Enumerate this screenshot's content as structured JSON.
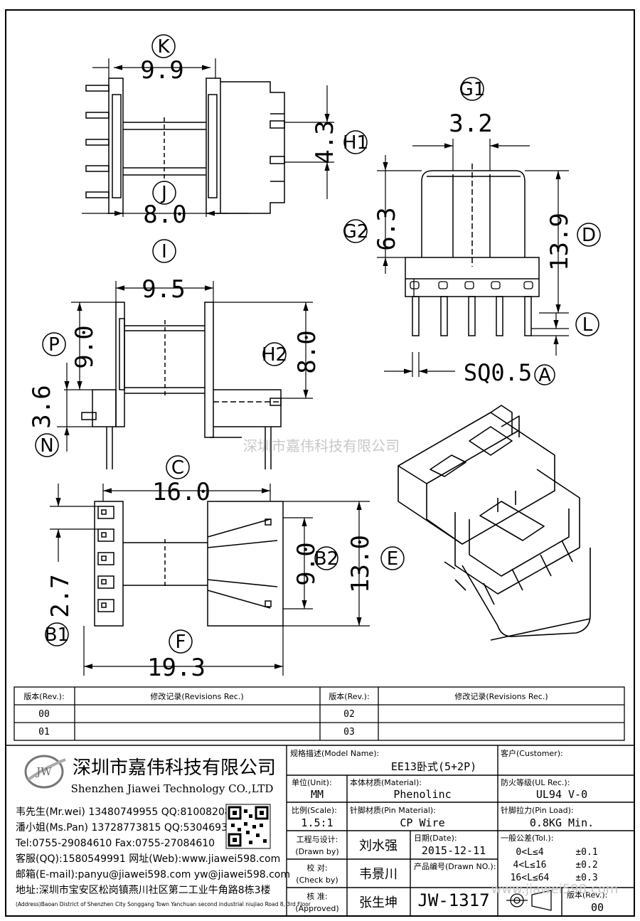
{
  "watermark": "深圳市嘉伟科技有限公司",
  "url_watermark": "www.jiawei598.com",
  "dimensions": {
    "K": {
      "letter": "K",
      "value": "9.9"
    },
    "J": {
      "letter": "J",
      "value": "8.0"
    },
    "H1": {
      "letter": "H1",
      "value": "4.3"
    },
    "G1": {
      "letter": "G1",
      "value": "3.2"
    },
    "G2": {
      "letter": "G2",
      "value": "6.3"
    },
    "D": {
      "letter": "D",
      "value": "13.9"
    },
    "L": {
      "letter": "L",
      "value": ""
    },
    "SQ": {
      "value": "SQ0.5",
      "letter": "A"
    },
    "I": {
      "letter": "I",
      "value": "9.5"
    },
    "P": {
      "letter": "P",
      "value": "9.0"
    },
    "H2": {
      "letter": "H2",
      "value": "8.0"
    },
    "N": {
      "letter": "N",
      "value": "3.6"
    },
    "C": {
      "letter": "C",
      "value": "16.0"
    },
    "B2": {
      "letter": "B2",
      "value": "9.0"
    },
    "E": {
      "letter": "E",
      "value": "13.0"
    },
    "B1": {
      "letter": "B1",
      "value": "2.7"
    },
    "F": {
      "letter": "F",
      "value": "19.3"
    }
  },
  "revisions": {
    "col_rev": "版本(Rev.):",
    "col_rec": "修改记录(Revisions Rec.)",
    "rows_left": [
      "00",
      "01"
    ],
    "rows_right": [
      "02",
      "03"
    ]
  },
  "company": {
    "name_cn": "深圳市嘉伟科技有限公司",
    "name_en": "Shenzhen Jiawei Technology CO.,LTD",
    "logo_text": "JW",
    "contacts": [
      "韦先生(Mr.wei) 13480749955 QQ:810082088",
      "潘小姐(Ms.Pan) 13728773815 QQ:530469346",
      "Tel:0755-29084610      Fax:0755-27084610",
      "客服(QQ):1580549991   网址(Web):www.jiawei598.com",
      "邮箱(E-mail):panyu@jiawei598.com  yw@jiawei598.com"
    ],
    "address_cn": "地址:深圳市宝安区松岗镇燕川社区第二工业牛角路8栋3楼",
    "address_en": "(Address)Baoan District of Shenzhen City Songgang Town Yanchuan  second industrial niujiao Road 8, 3rd Floor"
  },
  "title_block": {
    "model_label": "规格描述(Model Name):",
    "model_value": "EE13卧式(5+2P)",
    "customer_label": "客户(Customer):",
    "customer_value": "",
    "unit_label": "单位(Unit):",
    "unit_value": "MM",
    "material_label": "本体材质(Material):",
    "material_value": "Phenolinc",
    "ul_label": "防火等级(UL Rec.):",
    "ul_value": "UL94 V-0",
    "scale_label": "比例(Scale):",
    "scale_value": "1.5:1",
    "pin_material_label": "针脚材质(Pin Material):",
    "pin_material_value": "CP Wire",
    "pin_load_label": "针脚拉力(Pin Load):",
    "pin_load_value": "0.8KG Min.",
    "drawn_label": "工程与设计:",
    "drawn_label_en": "(Drawn by)",
    "drawn_value": "刘水强",
    "date_label": "日期(Date):",
    "date_value": "2015-12-11",
    "tol_label": "一般公差(Tol.):",
    "tol_rows": [
      {
        "range": "0<L≤4",
        "tol": "±0.1"
      },
      {
        "range": "4<L≤16",
        "tol": "±0.2"
      },
      {
        "range": "16<L≤64",
        "tol": "±0.3"
      }
    ],
    "check_label": "校  对:",
    "check_label_en": "(Check by)",
    "check_value": "韦景川",
    "drawn_no_label": "产品编号(Drawn NO.):",
    "drawn_no_value": "JW-1317",
    "approved_label": "核  准:",
    "approved_label_en": "(Approved)",
    "approved_value": "张生坤",
    "rev_label": "版本(Rev.):",
    "rev_value": "00"
  }
}
